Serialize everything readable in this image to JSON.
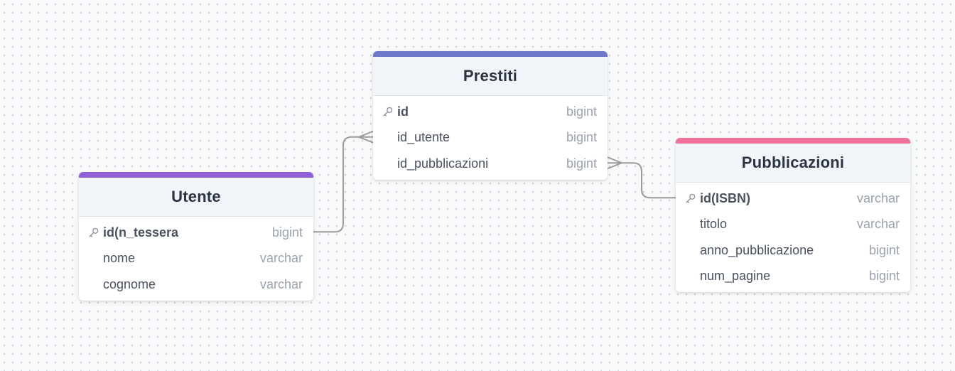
{
  "tables": [
    {
      "key": "prestiti",
      "name": "Prestiti",
      "accent": "#6d78c8",
      "fields": [
        {
          "name": "id",
          "type": "bigint",
          "pk": true
        },
        {
          "name": "id_utente",
          "type": "bigint",
          "pk": false
        },
        {
          "name": "id_pubblicazioni",
          "type": "bigint",
          "pk": false
        }
      ]
    },
    {
      "key": "utente",
      "name": "Utente",
      "accent": "#9160d8",
      "fields": [
        {
          "name": "id(n_tessera",
          "type": "bigint",
          "pk": true
        },
        {
          "name": "nome",
          "type": "varchar",
          "pk": false
        },
        {
          "name": "cognome",
          "type": "varchar",
          "pk": false
        }
      ]
    },
    {
      "key": "pubblicazioni",
      "name": "Pubblicazioni",
      "accent": "#f0719a",
      "fields": [
        {
          "name": "id(ISBN)",
          "type": "varchar",
          "pk": true
        },
        {
          "name": "titolo",
          "type": "varchar",
          "pk": false
        },
        {
          "name": "anno_pubblicazione",
          "type": "bigint",
          "pk": false
        },
        {
          "name": "num_pagine",
          "type": "bigint",
          "pk": false
        }
      ]
    }
  ],
  "relationships": [
    {
      "from": {
        "table": "utente",
        "field": "id(n_tessera"
      },
      "to": {
        "table": "prestiti",
        "field": "id_utente"
      },
      "from_cardinality": "one",
      "to_cardinality": "many"
    },
    {
      "from": {
        "table": "pubblicazioni",
        "field": "id(ISBN)"
      },
      "to": {
        "table": "prestiti",
        "field": "id_pubblicazioni"
      },
      "from_cardinality": "one",
      "to_cardinality": "many"
    }
  ],
  "icons": {
    "primary_key": "key-icon",
    "crows_foot": "crows-foot-icon"
  },
  "colors": {
    "connector": "#9b9b9b",
    "key_icon": "#8c93a0"
  }
}
